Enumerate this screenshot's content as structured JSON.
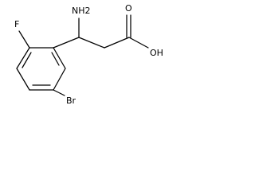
{
  "molecule": {
    "atoms": {
      "amine": "NH2",
      "carbonyl_oxygen": "O",
      "hydroxyl": "OH",
      "fluorine": "F",
      "bromine": "Br"
    }
  }
}
